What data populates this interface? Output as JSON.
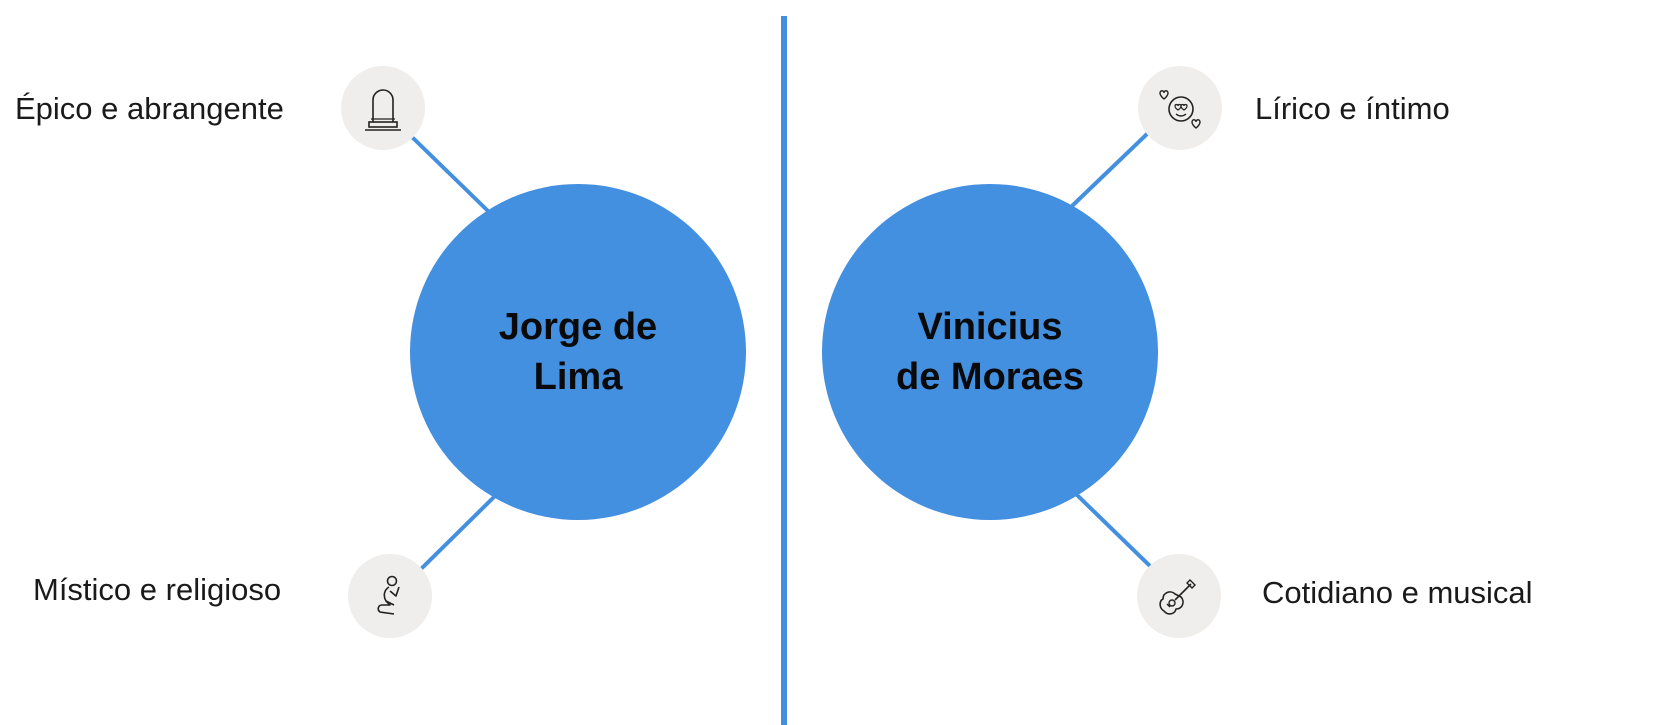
{
  "accent_color": "#438fe0",
  "badge_color": "#f0eeec",
  "authors": {
    "left": {
      "name": "Jorge de\nLima",
      "traits": [
        {
          "label": "Épico e abrangente",
          "icon": "tombstone-icon"
        },
        {
          "label": "Místico e religioso",
          "icon": "kneeling-person-praying-icon"
        }
      ]
    },
    "right": {
      "name": "Vinicius\nde Moraes",
      "traits": [
        {
          "label": "Lírico e íntimo",
          "icon": "face-with-hearts-icon"
        },
        {
          "label": "Cotidiano e musical",
          "icon": "guitar-icon"
        }
      ]
    }
  }
}
